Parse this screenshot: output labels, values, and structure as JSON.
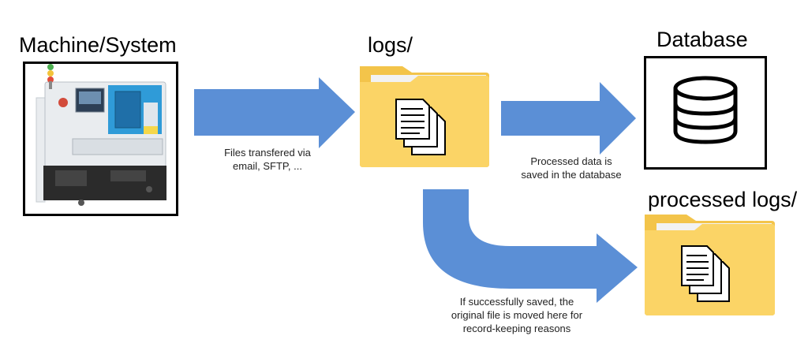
{
  "diagram": {
    "machine_label": "Machine/System",
    "logs_label": "logs/",
    "database_label": "Database",
    "processed_label": "processed logs/",
    "caption_transfer": "Files transfered via\nemail, SFTP, ...",
    "caption_saved": "Processed data is\nsaved in the database",
    "caption_moved": "If successfully saved, the\noriginal file is moved here for\nrecord-keeping reasons"
  },
  "colors": {
    "arrow": "#5b8fd6",
    "folder": "#fbd466",
    "folder_back": "#f3c44a",
    "folder_tab_paper": "#f2f2f2",
    "machine_body": "#e9ecef",
    "machine_panel": "#2f9bd8",
    "machine_base": "#2b2b2b"
  },
  "icons": [
    "machine-image",
    "folder-icon",
    "documents-icon",
    "database-icon"
  ]
}
